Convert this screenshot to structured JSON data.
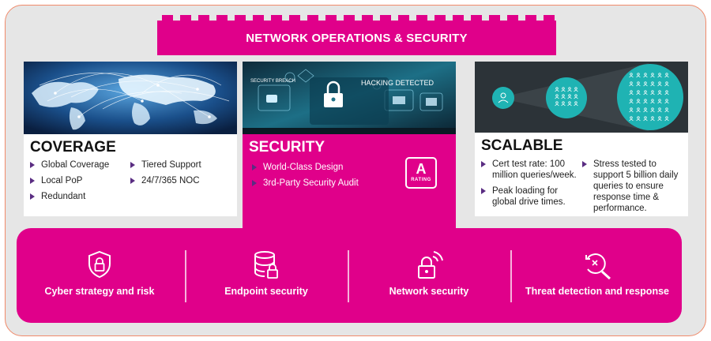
{
  "banner": {
    "title": "NETWORK OPERATIONS & SECURITY"
  },
  "coverage": {
    "title": "COVERAGE",
    "bullets_left": [
      "Global Coverage",
      "Local PoP",
      "Redundant"
    ],
    "bullets_right": [
      "Tiered Support",
      "24/7/365 NOC"
    ]
  },
  "security": {
    "title": "SECURITY",
    "bullets": [
      "World-Class Design",
      "3rd-Party Security Audit"
    ],
    "image_text": {
      "breach": "SECURITY BREACH",
      "hacking": "HACKING DETECTED"
    },
    "rating": {
      "grade": "A",
      "label": "RATING"
    }
  },
  "scalable": {
    "title": "SCALABLE",
    "bullets_left": [
      "Cert test rate: 100 million queries/week.",
      "Peak loading for global drive times."
    ],
    "bullets_right": [
      "Stress tested to support 5 billion daily queries to ensure response time & performance."
    ]
  },
  "services": [
    {
      "label": "Cyber strategy and risk",
      "icon": "shield-lock-icon"
    },
    {
      "label": "Endpoint security",
      "icon": "database-lock-icon"
    },
    {
      "label": "Network security",
      "icon": "wifi-lock-icon"
    },
    {
      "label": "Threat detection and response",
      "icon": "magnify-alert-icon"
    }
  ],
  "colors": {
    "brand": "#e0008a",
    "bullet": "#5a2d82",
    "frame_border": "#f08a6a",
    "teal": "#1fb3b3"
  }
}
